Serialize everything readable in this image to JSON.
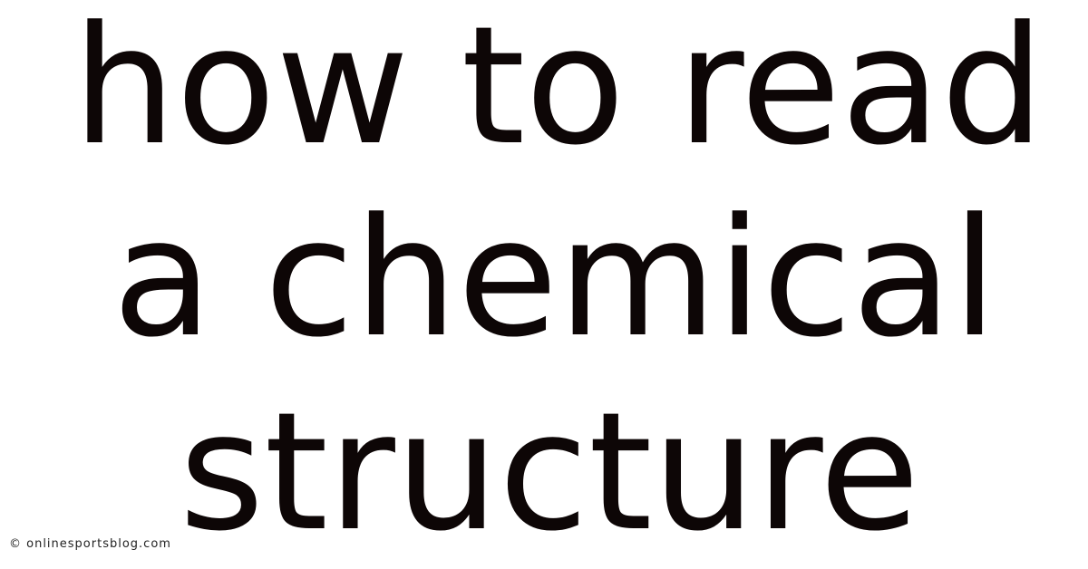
{
  "title_lines": [
    "how to read",
    "a chemical",
    "structure"
  ],
  "watermark": "© onlinesportsblog.com"
}
